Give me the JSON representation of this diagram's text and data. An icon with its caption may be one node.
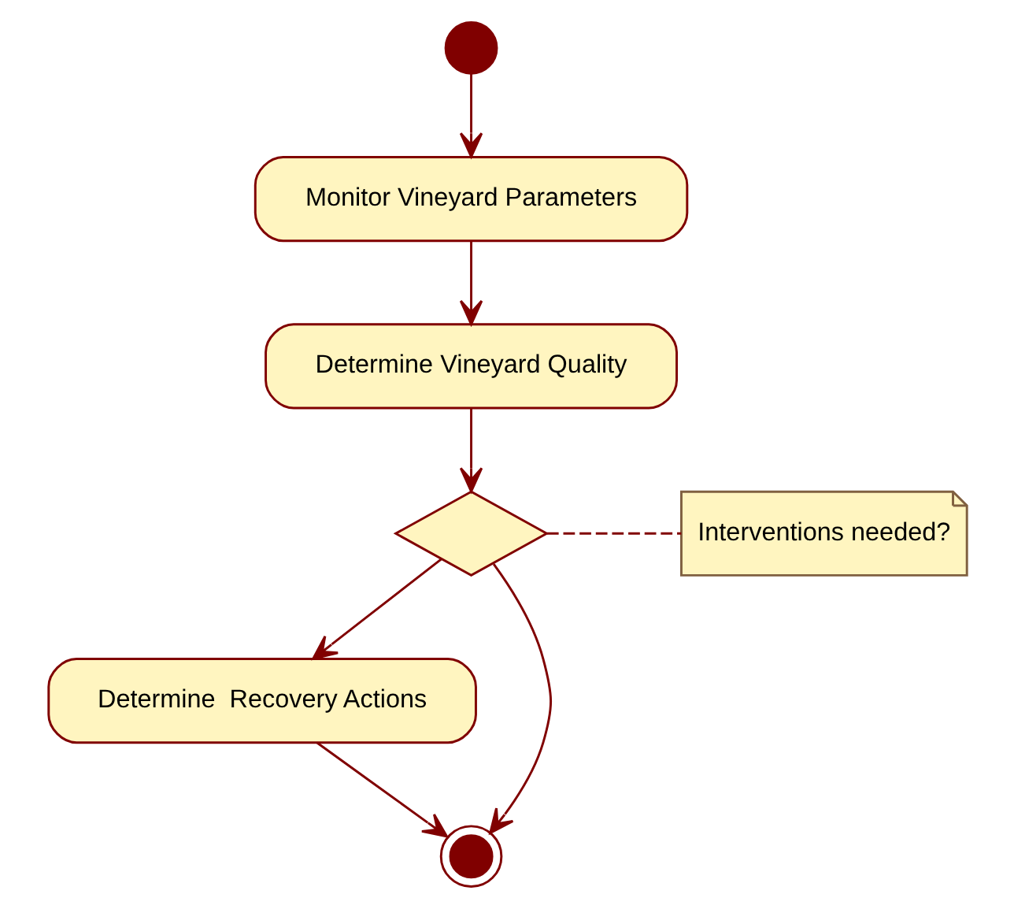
{
  "diagram": {
    "nodes": [
      {
        "text": [],
        "shape": "circle"
      },
      {
        "text": [
          "Monitor Vineyard Parameters"
        ]
      },
      {
        "text": [
          "Determine Vineyard Quality"
        ]
      },
      {
        "text": [],
        "shape": "diamond"
      },
      {
        "text": [
          "Interventions needed?"
        ]
      },
      {
        "text": [
          "Determine  Recovery Actions"
        ]
      },
      {
        "text": [],
        "shape": "bullseye"
      }
    ],
    "edges": [
      {
        "from": 0,
        "to": 1,
        "arrow": "to"
      },
      {
        "from": 1,
        "to": 2,
        "arrow": "to"
      },
      {
        "from": 2,
        "to": 3,
        "arrow": "to"
      },
      {
        "from": 3,
        "to": 4,
        "arrow": "none",
        "style": "dashed"
      },
      {
        "from": 3,
        "to": 5,
        "arrow": "to"
      },
      {
        "from": 3,
        "to": 6,
        "arrow": "to"
      },
      {
        "from": 5,
        "to": 6,
        "arrow": "to"
      }
    ]
  }
}
